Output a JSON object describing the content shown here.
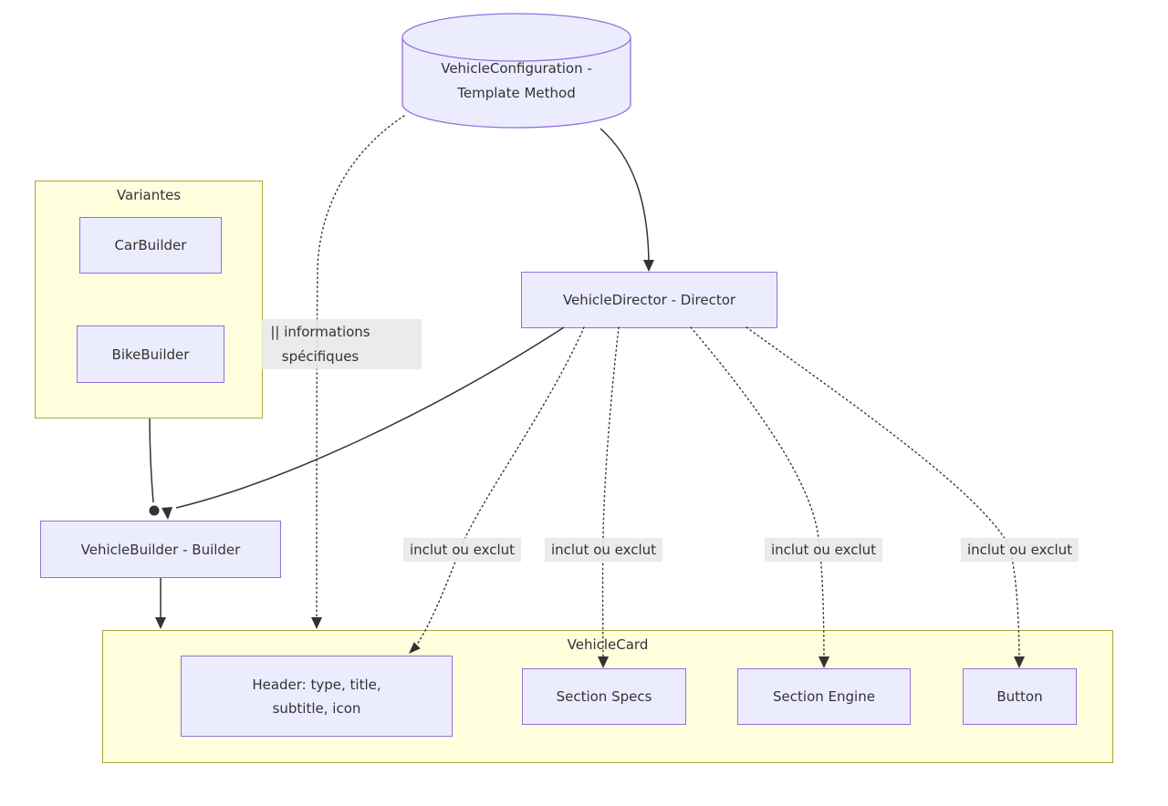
{
  "diagram_type": "flowchart",
  "colors": {
    "node_fill": "#ECECFF",
    "node_border": "#9370DB",
    "cluster_fill": "#FFFFDE",
    "cluster_border": "#AAAA33",
    "edge_label_bg": "#E8E8E8",
    "text": "#333333",
    "edge": "#333333"
  },
  "nodes": {
    "vehicle_configuration": {
      "shape": "cylinder",
      "line1": "VehicleConfiguration -",
      "line2": "Template Method"
    },
    "vehicle_director": {
      "label": "VehicleDirector - Director"
    },
    "vehicle_builder": {
      "label": "VehicleBuilder - Builder"
    },
    "car_builder": {
      "label": "CarBuilder"
    },
    "bike_builder": {
      "label": "BikeBuilder"
    },
    "header": {
      "line1": "Header: type, title,",
      "line2": "subtitle, icon"
    },
    "section_specs": {
      "label": "Section Specs"
    },
    "section_engine": {
      "label": "Section Engine"
    },
    "button": {
      "label": "Button"
    }
  },
  "clusters": {
    "variantes": {
      "title": "Variantes"
    },
    "vehicle_card": {
      "title": "VehicleCard"
    }
  },
  "edge_labels": {
    "informations": {
      "line1": "|| informations",
      "line2": "spécifiques"
    },
    "inclut_1": "inclut ou exclut",
    "inclut_2": "inclut ou exclut",
    "inclut_3": "inclut ou exclut",
    "inclut_4": "inclut ou exclut"
  },
  "edges": {
    "config_to_director": "solid-arrow",
    "config_to_vehicle_card": "dotted-arrow",
    "variantes_to_builder": "solid-circle",
    "director_to_builder": "solid-arrow",
    "builder_to_vehicle_card": "solid-arrow",
    "director_to_header": "dotted-arrow",
    "director_to_section_specs": "dotted-arrow",
    "director_to_section_engine": "dotted-arrow",
    "director_to_button": "dotted-arrow"
  }
}
